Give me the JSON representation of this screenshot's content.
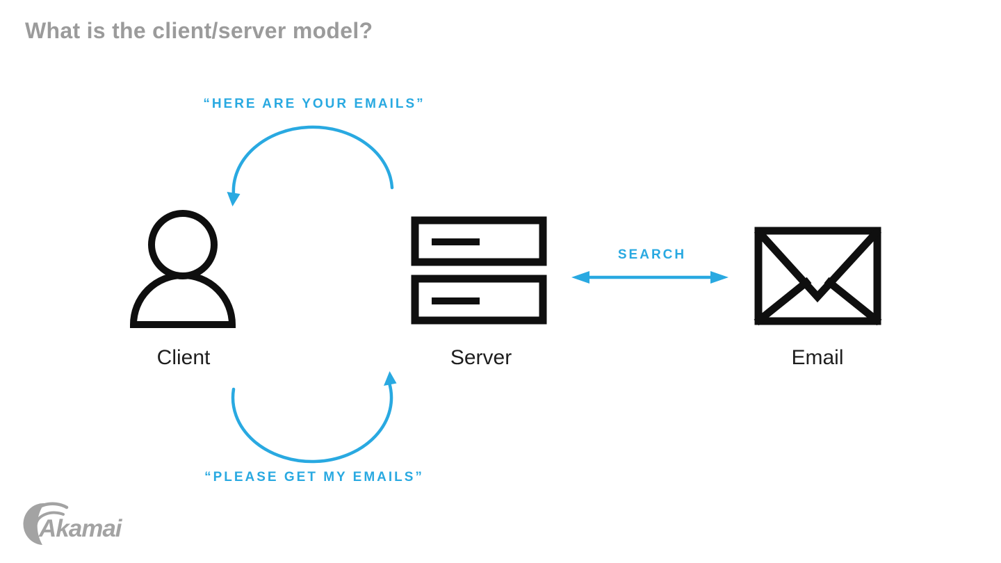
{
  "header": {
    "title": "What is the client/server model?"
  },
  "colors": {
    "accent_blue": "#29a9e1",
    "icon_black": "#0f0f0f",
    "title_gray": "#9b9b9b",
    "label_dark": "#1e1e1e",
    "logo_gray": "#a3a3a3",
    "background": "#ffffff"
  },
  "diagram": {
    "nodes": [
      {
        "id": "client",
        "label": "Client",
        "icon": "person-icon"
      },
      {
        "id": "server",
        "label": "Server",
        "icon": "server-icon"
      },
      {
        "id": "email",
        "label": "Email",
        "icon": "envelope-icon"
      }
    ],
    "flows": [
      {
        "id": "server-to-client",
        "shape": "arc-top",
        "label": "“HERE ARE YOUR EMAILS”"
      },
      {
        "id": "client-to-server",
        "shape": "arc-bottom",
        "label": "“PLEASE GET MY EMAILS”"
      },
      {
        "id": "server-to-email",
        "shape": "double-arrow",
        "label": "SEARCH"
      }
    ]
  },
  "footer": {
    "logo_text": "Akamai"
  }
}
